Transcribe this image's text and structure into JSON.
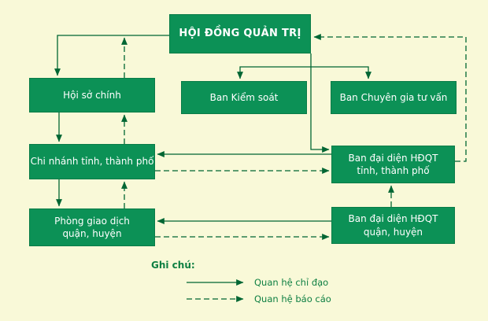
{
  "nodes": {
    "hdqt": {
      "label": "HỘI ĐỒNG QUẢN TRỊ"
    },
    "hoi_so_chinh": {
      "label": "Hội sở chính"
    },
    "ban_kiem_soat": {
      "label": "Ban Kiểm soát"
    },
    "ban_chuyen_gia": {
      "label": "Ban Chuyên gia tư vấn"
    },
    "chi_nhanh": {
      "label": "Chi nhánh tỉnh, thành phố"
    },
    "ban_dai_dien_tinh": {
      "label": "Ban đại diện HĐQT\ntỉnh, thành phố"
    },
    "phong_giao_dich": {
      "label": "Phòng giao dịch\nquận, huyện"
    },
    "ban_dai_dien_quan": {
      "label": "Ban đại diện HĐQT\nquận, huyện"
    }
  },
  "edges": [
    {
      "from": "hdqt",
      "to": "hoi_so_chinh",
      "type": "directive"
    },
    {
      "from": "hdqt",
      "to": "ban_kiem_soat",
      "type": "directive"
    },
    {
      "from": "hdqt",
      "to": "ban_chuyen_gia",
      "type": "directive"
    },
    {
      "from": "hdqt",
      "to": "ban_dai_dien_tinh",
      "type": "directive"
    },
    {
      "from": "hoi_so_chinh",
      "to": "chi_nhanh",
      "type": "directive"
    },
    {
      "from": "chi_nhanh",
      "to": "phong_giao_dich",
      "type": "directive"
    },
    {
      "from": "ban_dai_dien_tinh",
      "to": "chi_nhanh",
      "type": "directive"
    },
    {
      "from": "ban_dai_dien_quan",
      "to": "phong_giao_dich",
      "type": "directive"
    },
    {
      "from": "hoi_so_chinh",
      "to": "hdqt",
      "type": "reporting"
    },
    {
      "from": "chi_nhanh",
      "to": "hoi_so_chinh",
      "type": "reporting"
    },
    {
      "from": "phong_giao_dich",
      "to": "chi_nhanh",
      "type": "reporting"
    },
    {
      "from": "chi_nhanh",
      "to": "ban_dai_dien_tinh",
      "type": "reporting"
    },
    {
      "from": "phong_giao_dich",
      "to": "ban_dai_dien_quan",
      "type": "reporting"
    },
    {
      "from": "ban_dai_dien_tinh",
      "to": "hdqt",
      "type": "reporting"
    },
    {
      "from": "ban_dai_dien_quan",
      "to": "ban_dai_dien_tinh",
      "type": "reporting"
    }
  ],
  "legend": {
    "heading": "Ghi chú:",
    "directive_label": "Quan hệ chỉ đạo",
    "reporting_label": "Quan hệ báo cáo"
  },
  "colors": {
    "background": "#f9f9d8",
    "box_fill": "#0c9156",
    "box_border": "#0a7c48",
    "box_text": "#ffffff",
    "line": "#006633",
    "legend_text": "#0d7f42"
  }
}
